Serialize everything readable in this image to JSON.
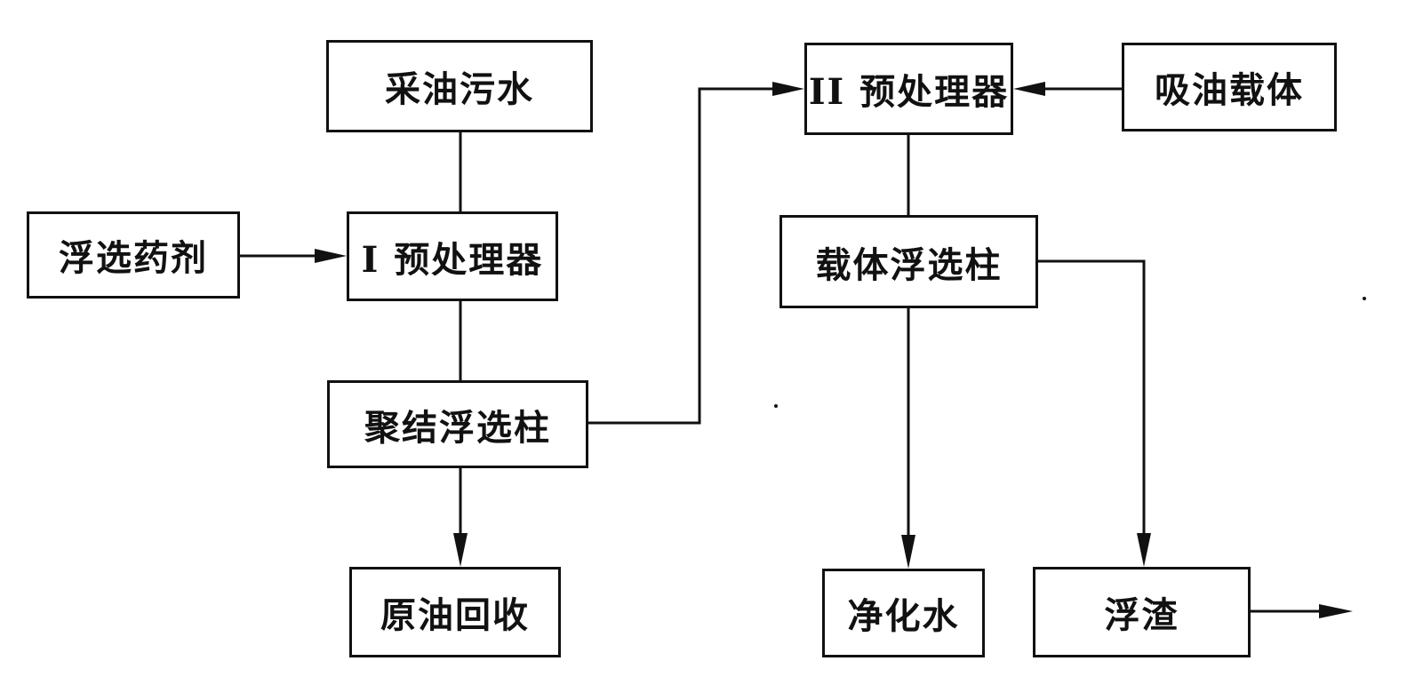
{
  "diagram": {
    "nodes": {
      "oily_wastewater": "采油污水",
      "flotation_agent": "浮选药剂",
      "pretreater_1": "I 预处理器",
      "coalescing_column": "聚结浮选柱",
      "crude_recovery": "原油回收",
      "pretreater_2": "II 预处理器",
      "oil_carrier": "吸油载体",
      "carrier_column": "载体浮选柱",
      "purified_water": "净化水",
      "scum": "浮渣"
    },
    "edges": [
      {
        "from": "oily_wastewater",
        "to": "pretreater_1"
      },
      {
        "from": "flotation_agent",
        "to": "pretreater_1"
      },
      {
        "from": "pretreater_1",
        "to": "coalescing_column"
      },
      {
        "from": "coalescing_column",
        "to": "crude_recovery"
      },
      {
        "from": "coalescing_column",
        "to": "pretreater_2"
      },
      {
        "from": "oil_carrier",
        "to": "pretreater_2"
      },
      {
        "from": "pretreater_2",
        "to": "carrier_column"
      },
      {
        "from": "carrier_column",
        "to": "purified_water"
      },
      {
        "from": "carrier_column",
        "to": "scum"
      },
      {
        "from": "scum",
        "to": ""
      }
    ]
  }
}
